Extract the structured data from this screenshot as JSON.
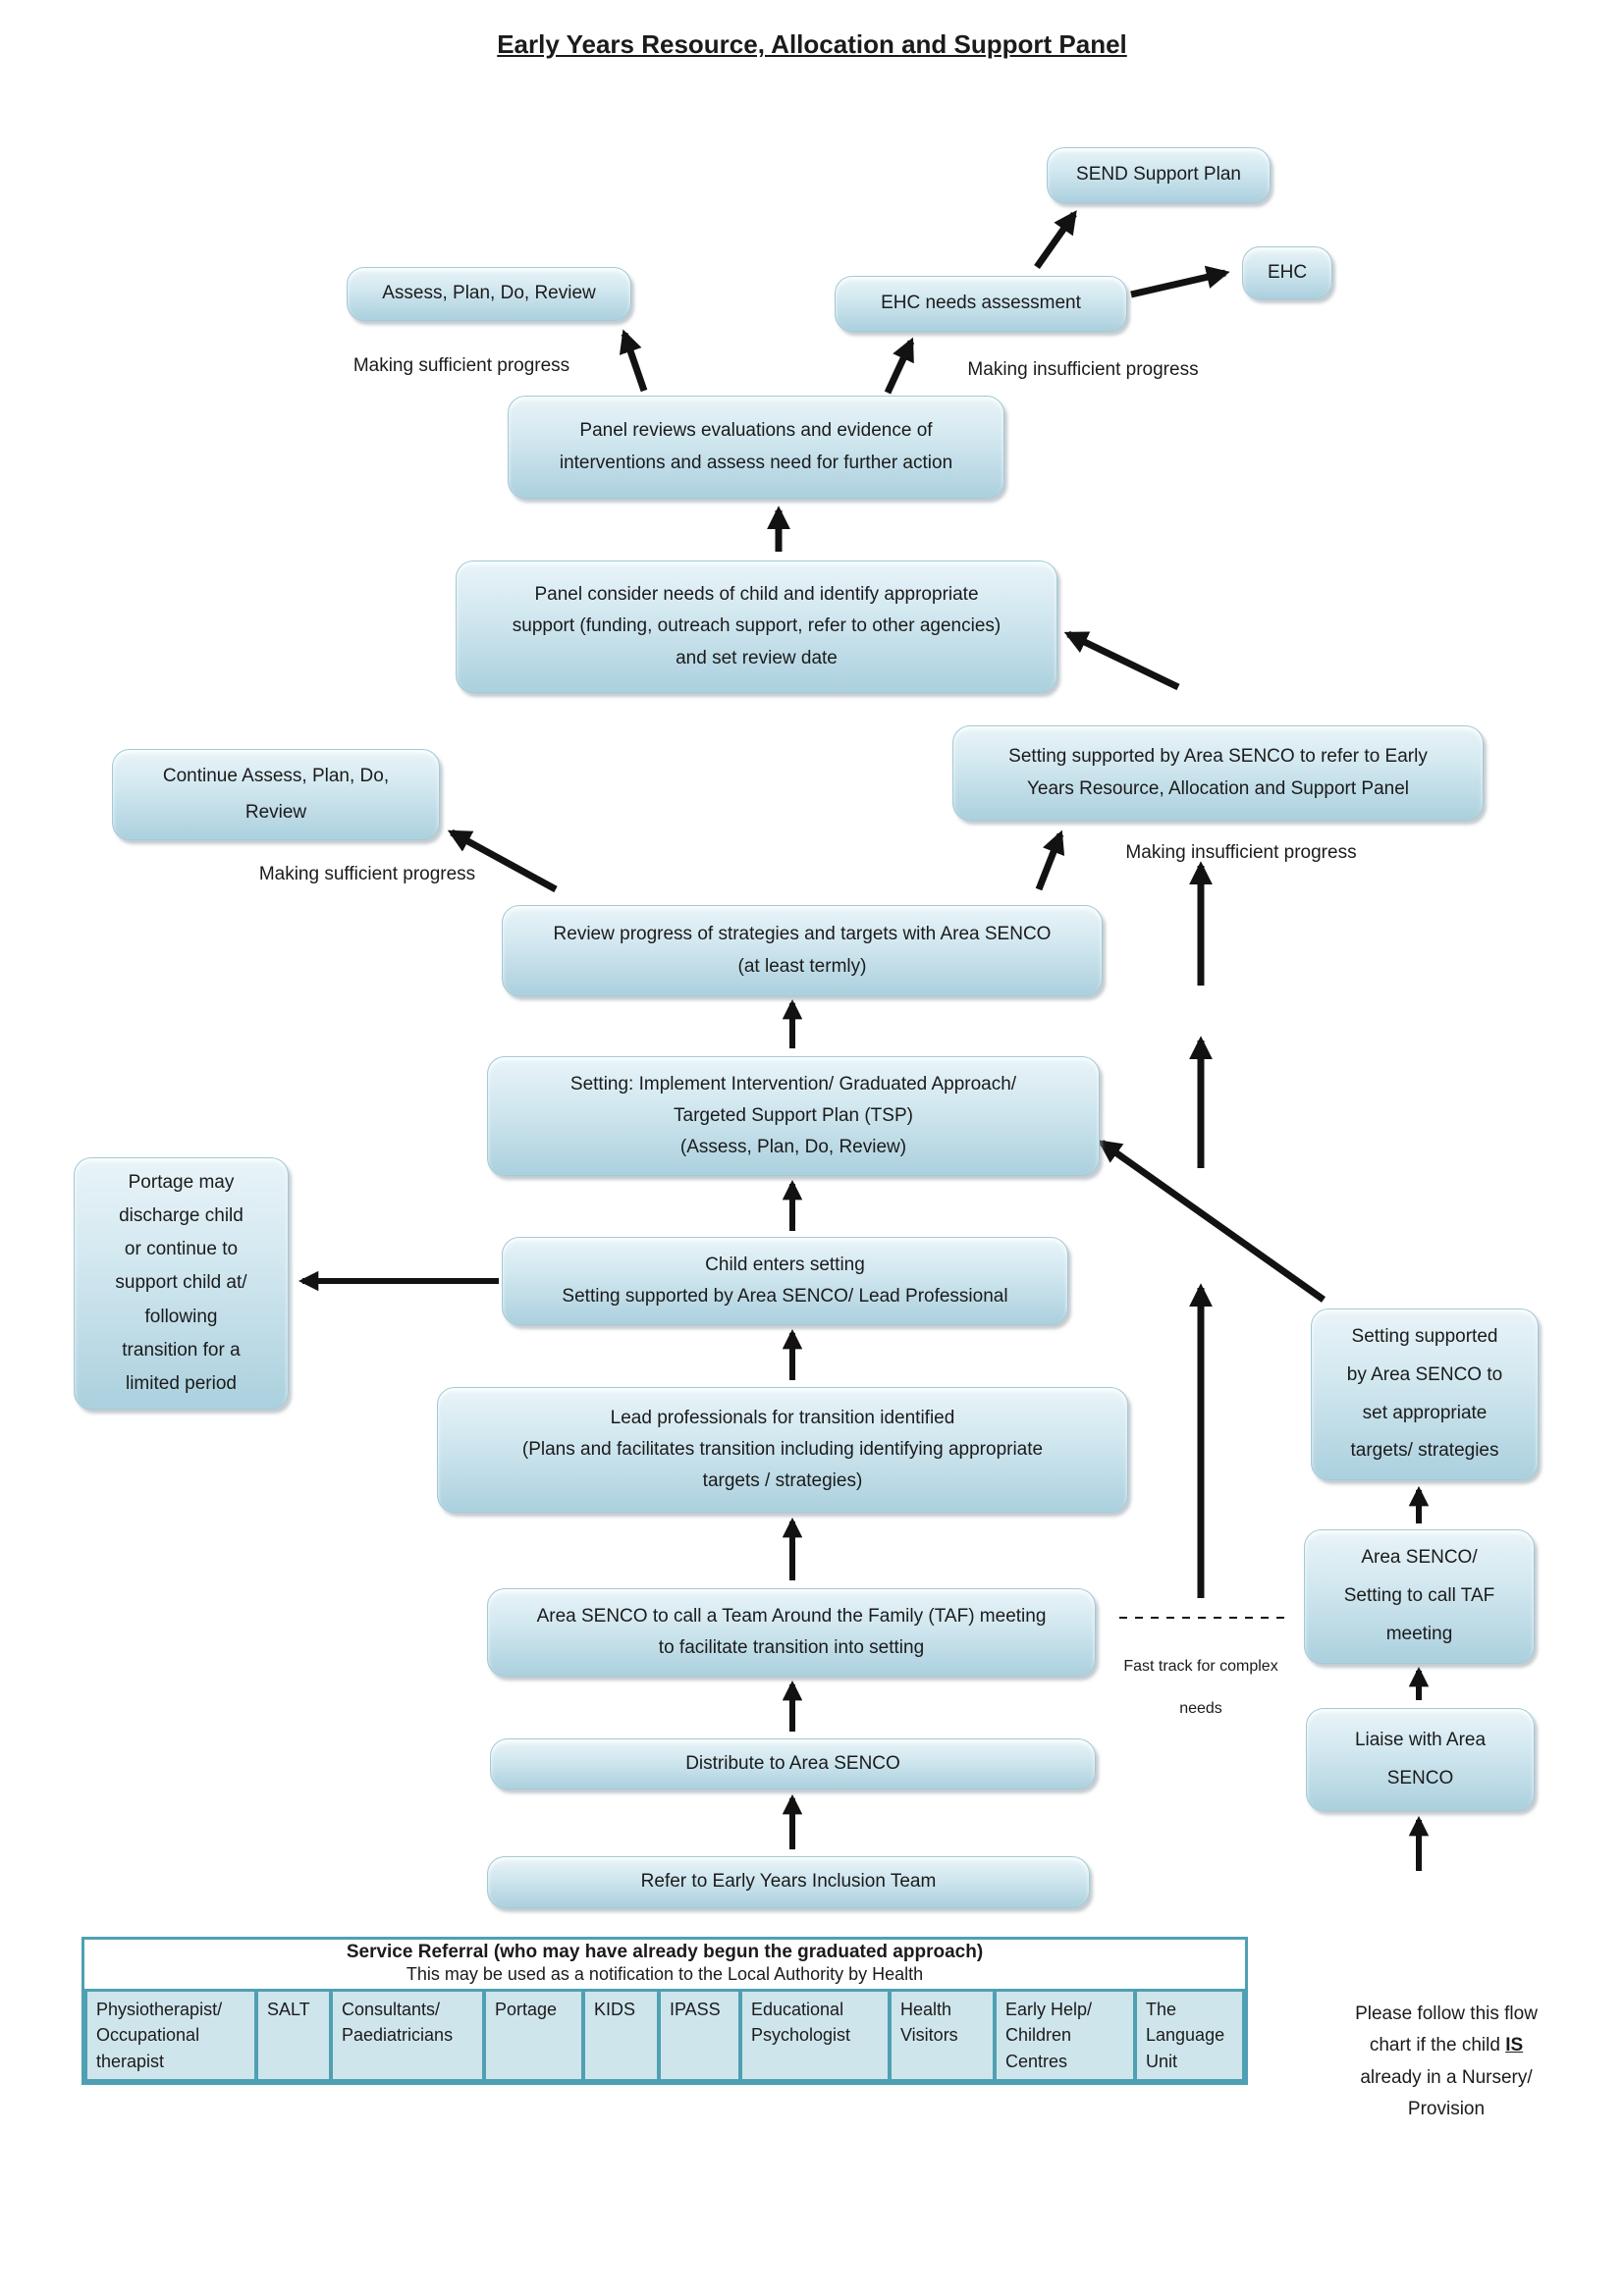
{
  "title": "Early Years Resource, Allocation and Support Panel",
  "boxes": {
    "send_plan": "SEND Support Plan",
    "ehc": "EHC",
    "assess_plan": "Assess, Plan, Do, Review",
    "ehc_needs": "EHC needs assessment",
    "panel_reviews": "Panel reviews evaluations and evidence of\ninterventions and assess need for further action",
    "panel_consider": "Panel consider needs of child and identify appropriate\nsupport (funding, outreach support, refer to other agencies)\nand set review date",
    "continue_assess": "Continue Assess, Plan, Do,\nReview",
    "setting_refer": "Setting supported by Area SENCO to refer to Early\nYears Resource, Allocation and Support Panel",
    "review_progress": "Review progress of strategies and targets with Area SENCO\n(at least termly)",
    "setting_implement": "Setting: Implement Intervention/ Graduated Approach/\nTargeted Support Plan (TSP)\n(Assess, Plan, Do, Review)",
    "portage": "Portage may\ndischarge child\nor continue to\nsupport child at/\nfollowing\ntransition for a\nlimited period",
    "child_enters": "Child enters setting\nSetting supported by Area SENCO/ Lead Professional",
    "lead_professionals": "Lead professionals for transition identified\n(Plans and facilitates transition including identifying appropriate\ntargets / strategies)",
    "taf_meeting": "Area SENCO to call a Team Around the Family (TAF) meeting\nto facilitate transition into setting",
    "distribute": "Distribute to Area SENCO",
    "refer_eyit": "Refer to Early Years Inclusion Team",
    "setting_targets": "Setting supported\nby Area SENCO to\nset appropriate\ntargets/ strategies",
    "senco_taf": "Area SENCO/\nSetting to call TAF\nmeeting",
    "liaise": "Liaise with Area\nSENCO"
  },
  "labels": {
    "sufficient_top": "Making sufficient progress",
    "insufficient_top": "Making insufficient progress",
    "sufficient_mid": "Making sufficient progress",
    "insufficient_mid": "Making insufficient progress",
    "fast_track": "Fast track for complex\nneeds"
  },
  "table": {
    "title_bold": "Service Referral (who may have already begun the graduated approach)",
    "subtitle": "This may be used as a notification to the Local Authority by Health",
    "cells": [
      "Physiotherapist/\nOccupational\ntherapist",
      "SALT",
      "Consultants/\nPaediatricians",
      "Portage",
      "KIDS",
      "IPASS",
      "Educational\nPsychologist",
      "Health\nVisitors",
      "Early Help/\nChildren\nCentres",
      "The\nLanguage\nUnit"
    ]
  },
  "note": {
    "line1": "Please follow this flow",
    "line2_pre": "chart if the child ",
    "line2_is": "IS",
    "line3": "already in a Nursery/",
    "line4": "Provision"
  },
  "colors": {
    "box_fill_top": "#e9f4f8",
    "box_fill_bottom": "#abd0de",
    "table_border": "#4fa0b2",
    "cell_bg": "#cfe5ec",
    "arrow": "#121212"
  }
}
